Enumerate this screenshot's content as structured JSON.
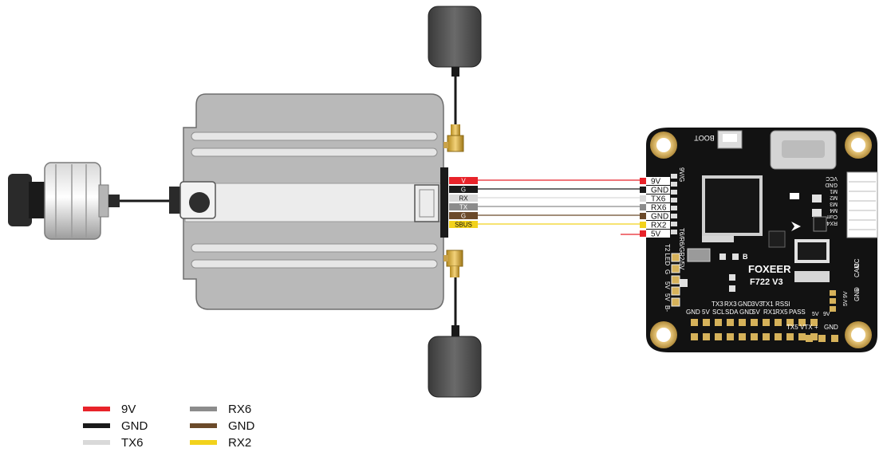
{
  "fc": {
    "brand": "FOXEER",
    "model": "F722 V3",
    "boot_label": "BOOT",
    "b_label": "B",
    "left_vertical_labels": [
      "9V/G",
      "T6/R6/GR2/5V",
      "T2 LED",
      "G",
      "5V",
      "5V",
      "B-"
    ],
    "right_vertical_labels": [
      "VCC",
      "GND",
      "M1",
      "M2",
      "M3",
      "M4",
      "Curr",
      "RX4"
    ],
    "right_edge_labels": [
      "CC",
      "CAM",
      "+",
      "GND"
    ],
    "right_mid_labels": [
      "9V",
      "5V"
    ],
    "bottom_row1": [
      "TX3",
      "RX3",
      "GND",
      "3V3",
      "TX1",
      "RSSI"
    ],
    "bottom_row2": [
      "GND",
      "5V",
      "SCL",
      "SDA",
      "GND",
      "5V",
      "RX1",
      "RX5",
      "PASS"
    ],
    "bottom_row3": [
      "TX5",
      "VTX",
      "+",
      "GND"
    ],
    "bottom_right_top": [
      "5V",
      "9V"
    ]
  },
  "vtx": {
    "connector_labels": [
      "V",
      "G",
      "RX",
      "TX",
      "G",
      "SBUS"
    ]
  },
  "pads": [
    "9V",
    "GND",
    "TX6",
    "RX6",
    "GND",
    "RX2",
    "5V"
  ],
  "wire_colors": [
    "#e8232a",
    "#1a1a1a",
    "#d9d9d9",
    "#8c8c8c",
    "#6b4a2a",
    "#f2d21c"
  ],
  "legend": [
    {
      "label": "9V",
      "color": "#e8232a"
    },
    {
      "label": "GND",
      "color": "#1a1a1a"
    },
    {
      "label": "TX6",
      "color": "#d9d9d9"
    },
    {
      "label": "RX6",
      "color": "#8c8c8c"
    },
    {
      "label": "GND",
      "color": "#6b4a2a"
    },
    {
      "label": "RX2",
      "color": "#f2d21c"
    }
  ]
}
